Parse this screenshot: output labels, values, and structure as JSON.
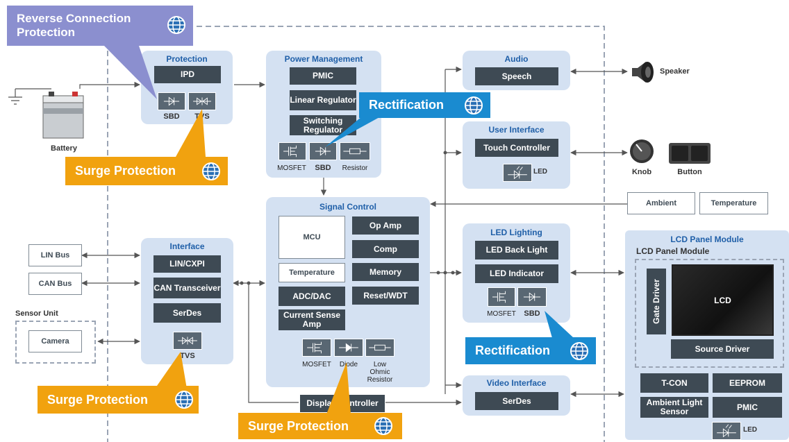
{
  "colors": {
    "orange": "#f1a20f",
    "blue": "#1a8bd0",
    "lavender": "#8b8fcf",
    "panel": "#d4e1f2",
    "dark": "#3e4a54",
    "title": "#1f5fa8"
  },
  "callouts": {
    "reverse": "Reverse Connection Protection",
    "surge": "Surge Protection",
    "rectification": "Rectification"
  },
  "battery": "Battery",
  "protection": {
    "title": "Protection",
    "ipd": "IPD",
    "sbd": "SBD",
    "tvs": "TVS"
  },
  "power": {
    "title": "Power Management",
    "pmic": "PMIC",
    "linear": "Linear Regulator",
    "switching": "Switching Regulator",
    "mosfet": "MOSFET",
    "sbd": "SBD",
    "resistor": "Resistor"
  },
  "audio": {
    "title": "Audio",
    "speech": "Speech",
    "speaker": "Speaker"
  },
  "ui": {
    "title": "User Interface",
    "touch": "Touch Controller",
    "led": "LED",
    "knob": "Knob",
    "button": "Button"
  },
  "ambient": "Ambient",
  "temperature": "Temperature",
  "signal": {
    "title": "Signal Control",
    "mcu": "MCU",
    "temperature": "Temperature",
    "adc": "ADC/DAC",
    "current": "Current Sense Amp",
    "opamp": "Op Amp",
    "comp": "Comp",
    "memory": "Memory",
    "reset": "Reset/WDT",
    "mosfet": "MOSFET",
    "diode": "Diode",
    "lowohm": "Low Ohmic Resistor"
  },
  "display_ctrl": "Display Controller",
  "interface": {
    "title": "Interface",
    "lin": "LIN/CXPI",
    "can": "CAN Transceiver",
    "serdes": "SerDes",
    "tvs": "TVS"
  },
  "lin_bus": "LIN Bus",
  "can_bus": "CAN Bus",
  "sensor_unit": "Sensor Unit",
  "camera": "Camera",
  "led_lighting": {
    "title": "LED Lighting",
    "backlight": "LED Back Light",
    "indicator": "LED Indicator",
    "mosfet": "MOSFET",
    "sbd": "SBD"
  },
  "video": {
    "title": "Video Interface",
    "serdes": "SerDes"
  },
  "lcd": {
    "title": "LCD Panel Module",
    "inner": "LCD Panel Module",
    "gate": "Gate Driver",
    "lcd": "LCD",
    "source": "Source Driver",
    "tcon": "T-CON",
    "eeprom": "EEPROM",
    "als": "Ambient Light Sensor",
    "pmic": "PMIC",
    "led": "LED"
  }
}
